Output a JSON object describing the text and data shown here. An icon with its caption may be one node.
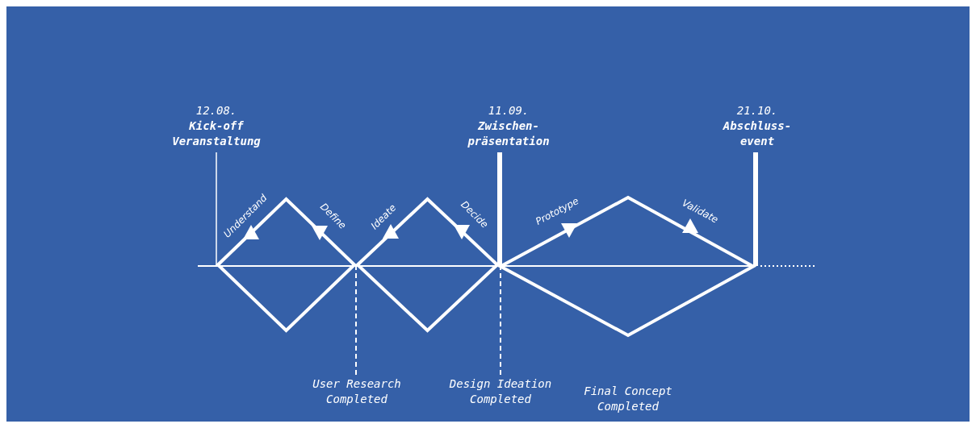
{
  "diagram": {
    "nodes": [
      {
        "text": [
          "12.08.",
          "Kick-off Veranstaltung"
        ]
      },
      {
        "text": [
          "11.09.",
          "Zwischen- präsentation"
        ]
      },
      {
        "text": [
          "21.10.",
          "Abschluss- event"
        ]
      },
      {
        "text": [
          "User Research Completed"
        ]
      },
      {
        "text": [
          "Design Ideation Completed"
        ]
      },
      {
        "text": [],
        "shape": "diamond"
      },
      {
        "text": [],
        "shape": "diamond"
      },
      {
        "text": [],
        "shape": "diamond"
      }
    ],
    "edges": [
      {
        "from": 0,
        "to": 5,
        "arrow": "none"
      },
      {
        "from": 1,
        "to": 7,
        "arrow": "none",
        "style": "thick"
      },
      {
        "from": 2,
        "to": 7,
        "arrow": "none",
        "style": "thick"
      },
      {
        "from": 3,
        "to": 6,
        "arrow": "none",
        "style": "dashed"
      },
      {
        "from": 4,
        "to": 7,
        "arrow": "none",
        "style": "dashed"
      }
    ],
    "labels": [
      "Understand",
      "Define",
      "Ideate",
      "Decide",
      "Prototype",
      "Validate",
      "Final Concept Completed"
    ]
  }
}
